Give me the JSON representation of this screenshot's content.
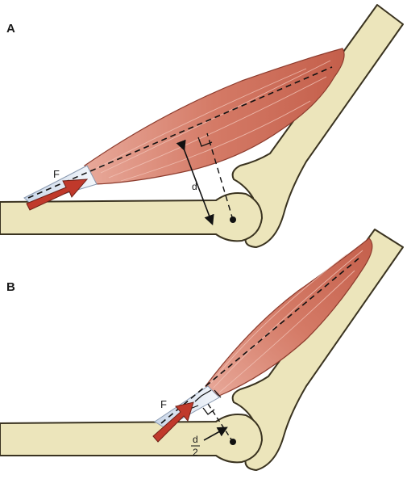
{
  "panels": [
    {
      "label": "A",
      "force_label": "F",
      "distance_label": "d"
    },
    {
      "label": "B",
      "force_label": "F",
      "distance_num": "d",
      "distance_den": "2"
    }
  ],
  "colors": {
    "bone_fill": "#ece5bb",
    "bone_stroke": "#3a3320",
    "muscle_fill": "#d9826f",
    "muscle_dark": "#b5513f",
    "tendon": "#dde6f1",
    "arrow": "#c0392b"
  }
}
